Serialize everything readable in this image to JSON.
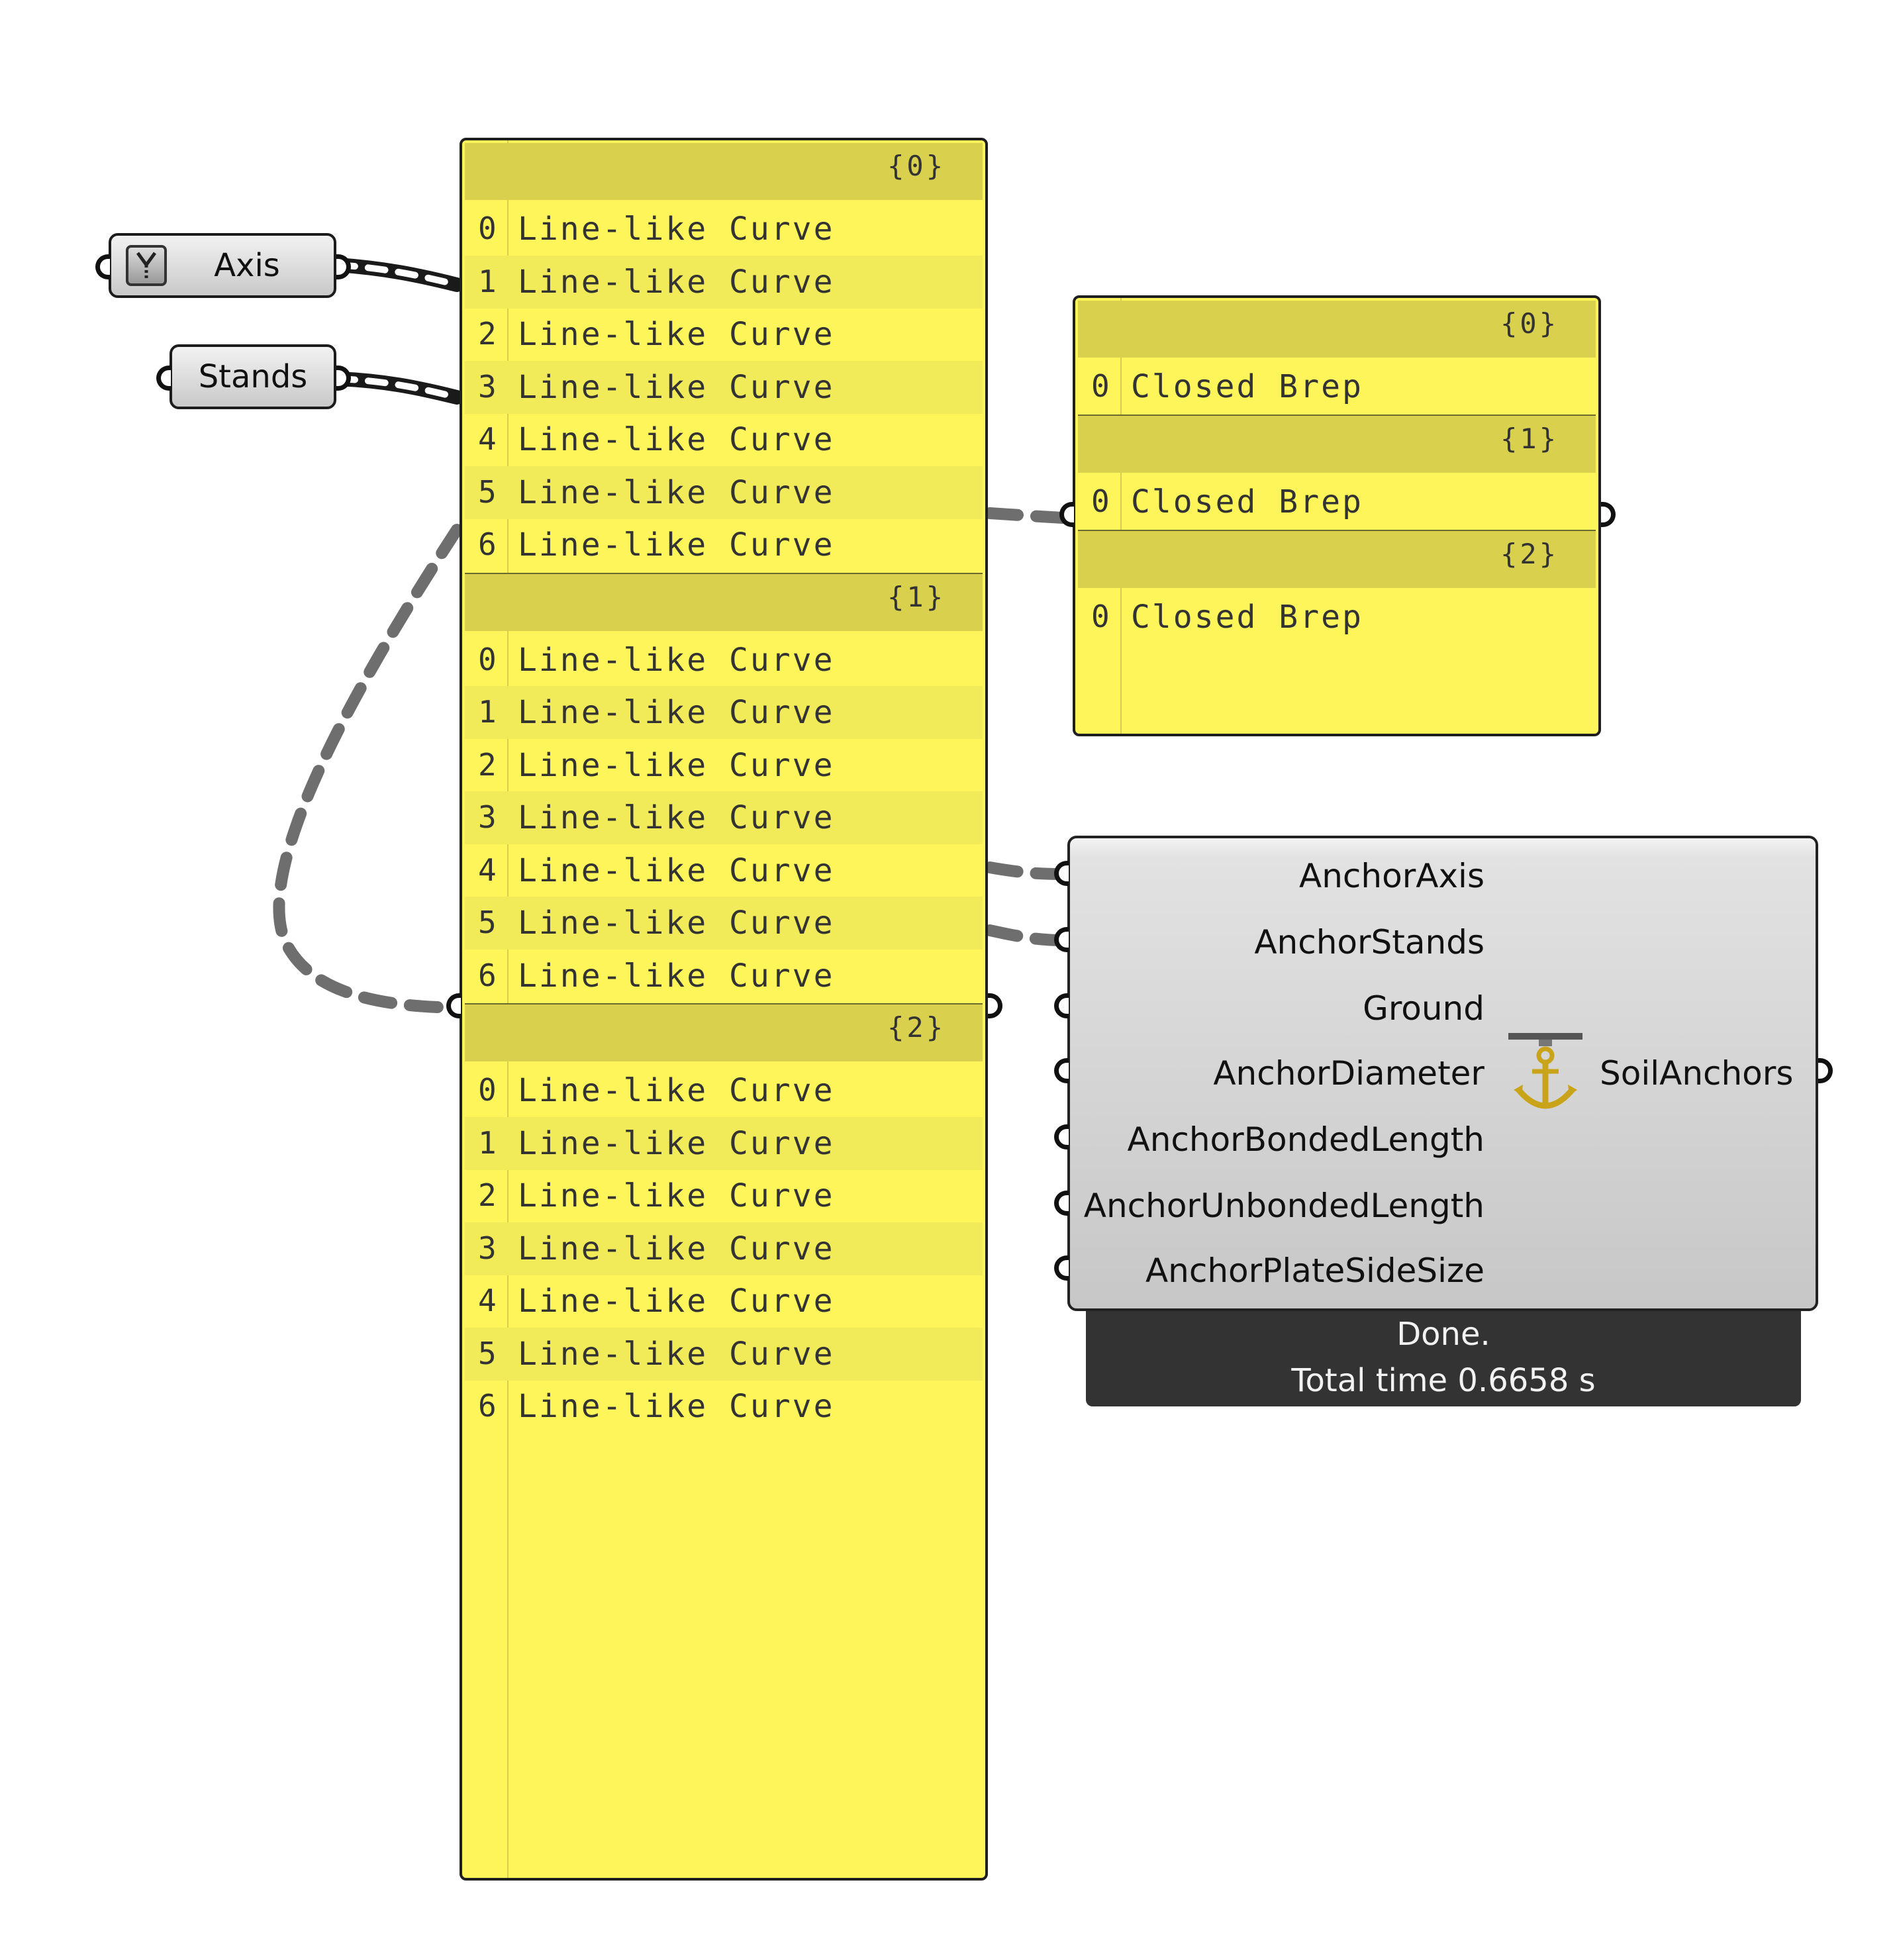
{
  "params": {
    "axis": {
      "label": "Axis"
    },
    "stands": {
      "label": "Stands"
    }
  },
  "panel_curves": {
    "branches": [
      {
        "path": "{0}",
        "items": [
          {
            "index": "0",
            "text": "Line-like Curve"
          },
          {
            "index": "1",
            "text": "Line-like Curve"
          },
          {
            "index": "2",
            "text": "Line-like Curve"
          },
          {
            "index": "3",
            "text": "Line-like Curve"
          },
          {
            "index": "4",
            "text": "Line-like Curve"
          },
          {
            "index": "5",
            "text": "Line-like Curve"
          },
          {
            "index": "6",
            "text": "Line-like Curve"
          }
        ]
      },
      {
        "path": "{1}",
        "items": [
          {
            "index": "0",
            "text": "Line-like Curve"
          },
          {
            "index": "1",
            "text": "Line-like Curve"
          },
          {
            "index": "2",
            "text": "Line-like Curve"
          },
          {
            "index": "3",
            "text": "Line-like Curve"
          },
          {
            "index": "4",
            "text": "Line-like Curve"
          },
          {
            "index": "5",
            "text": "Line-like Curve"
          },
          {
            "index": "6",
            "text": "Line-like Curve"
          }
        ]
      },
      {
        "path": "{2}",
        "items": [
          {
            "index": "0",
            "text": "Line-like Curve"
          },
          {
            "index": "1",
            "text": "Line-like Curve"
          },
          {
            "index": "2",
            "text": "Line-like Curve"
          },
          {
            "index": "3",
            "text": "Line-like Curve"
          },
          {
            "index": "4",
            "text": "Line-like Curve"
          },
          {
            "index": "5",
            "text": "Line-like Curve"
          },
          {
            "index": "6",
            "text": "Line-like Curve"
          }
        ]
      }
    ]
  },
  "panel_breps": {
    "branches": [
      {
        "path": "{0}",
        "items": [
          {
            "index": "0",
            "text": "Closed Brep"
          }
        ]
      },
      {
        "path": "{1}",
        "items": [
          {
            "index": "0",
            "text": "Closed Brep"
          }
        ]
      },
      {
        "path": "{2}",
        "items": [
          {
            "index": "0",
            "text": "Closed Brep"
          }
        ]
      }
    ]
  },
  "component": {
    "inputs": {
      "anchor_axis": "AnchorAxis",
      "anchor_stands": "AnchorStands",
      "ground": "Ground",
      "anchor_diameter": "AnchorDiameter",
      "anchor_bonded_length": "AnchorBondedLength",
      "anchor_unbonded_length": "AnchorUnbondedLength",
      "anchor_plate_side_size": "AnchorPlateSideSize"
    },
    "output": "SoilAnchors",
    "icon": "anchor-icon"
  },
  "status": {
    "line1": "Done.",
    "line2": "Total time 0.6658 s"
  },
  "colors": {
    "panel_fill": "#fef55b",
    "panel_header": "#d9d14e",
    "wire": "#6e6e6e",
    "status_bg": "#333333"
  }
}
